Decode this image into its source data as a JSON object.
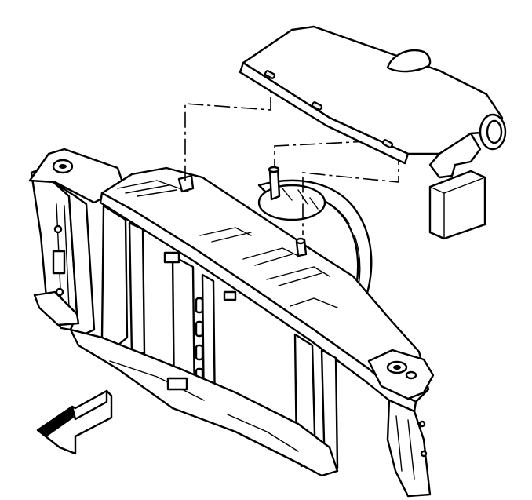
{
  "diagram": {
    "parts": [
      {
        "name": "fan-shroud-upper"
      },
      {
        "name": "radiator-support"
      },
      {
        "name": "fan-shroud-lower"
      },
      {
        "name": "mounting-pin"
      },
      {
        "name": "direction-arrow"
      }
    ],
    "colors": {
      "line": "#000000",
      "background": "#ffffff",
      "shade": "#ececec"
    }
  }
}
